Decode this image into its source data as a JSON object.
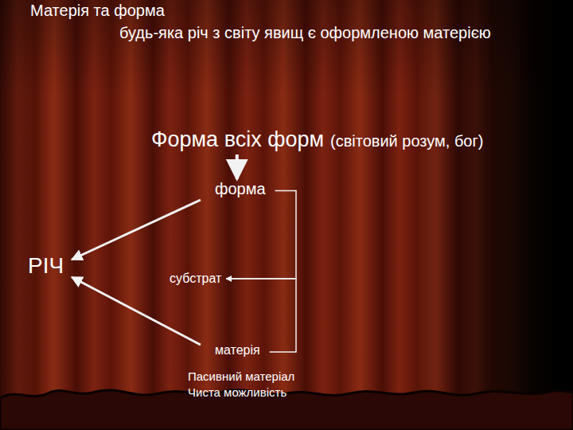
{
  "diagram": {
    "title": "Матерія та форма",
    "nodes": [
      {
        "text": [
          "Форма всіх форм",
          "(світовий розум, бог)"
        ]
      },
      {
        "text": [
          "форма"
        ]
      },
      {
        "text": [
          "РІЧ"
        ]
      },
      {
        "text": [
          "субстрат"
        ]
      },
      {
        "text": [
          "матерія"
        ]
      }
    ],
    "edges": [
      {
        "from": 0,
        "to": 1,
        "arrow": "to"
      },
      {
        "from": 1,
        "to": 2,
        "arrow": "to"
      },
      {
        "from": 4,
        "to": 2,
        "arrow": "to"
      },
      {
        "from": 1,
        "to": 3,
        "arrow": "to"
      },
      {
        "from": 4,
        "to": 3,
        "arrow": "to"
      }
    ],
    "labels": [
      "будь-яка річ з світу явищ є оформленою матерією",
      "Пасивний матеріал",
      "Чиста можливість"
    ]
  }
}
